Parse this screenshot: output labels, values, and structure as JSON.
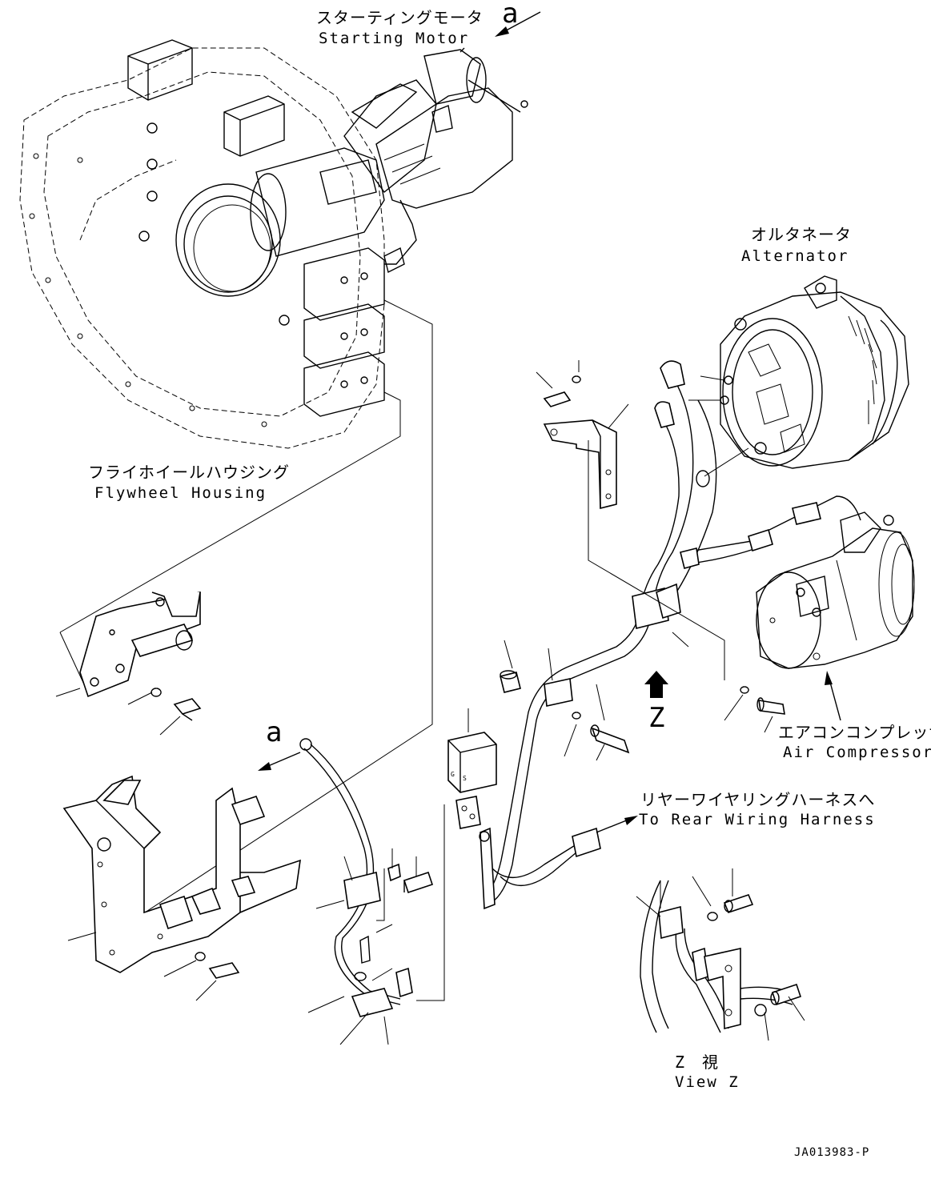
{
  "labels": {
    "starting_motor_jp": "スターティングモータ",
    "starting_motor_en": "Starting Motor",
    "alternator_jp": "オルタネータ",
    "alternator_en": "Alternator",
    "flywheel_housing_jp": "フライホイールハウジング",
    "flywheel_housing_en": "Flywheel Housing",
    "air_compressor_jp": "エアコンコンプレッサ",
    "air_compressor_en": "Air Compressor",
    "rear_harness_jp": "リヤーワイヤリングハーネスへ",
    "rear_harness_en": "To Rear Wiring Harness",
    "view_z_jp": "Z　視",
    "view_z_en": "View Z",
    "view_marker_a_top": "a",
    "view_marker_a_bottom": "a",
    "view_marker_z": "Z",
    "relay_mark_g": "G",
    "relay_mark_s": "S",
    "drawing_code": "JA013983-P"
  },
  "icons": {
    "view_arrow": "arrow-icon",
    "z_direction": "up-arrow-icon"
  }
}
